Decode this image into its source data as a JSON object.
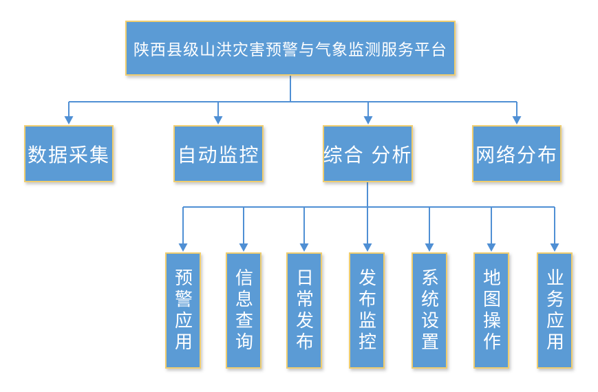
{
  "colors": {
    "box_fill": "#5B9BD5",
    "box_border": "#F0CD6E",
    "connector": "#4F8FD4",
    "text": "#FFFFFF",
    "background": "#FFFFFF"
  },
  "diagram": {
    "type": "org-chart",
    "root": {
      "label": "陕西县级山洪灾害预警与气象监测服务平台"
    },
    "level2": [
      {
        "label": "数据采集"
      },
      {
        "label": "自动监控"
      },
      {
        "label": "综合 分析"
      },
      {
        "label": "网络分布"
      }
    ],
    "level3_parent": "综合 分析",
    "level3": [
      {
        "label": "预警应用"
      },
      {
        "label": "信息查询"
      },
      {
        "label": "日常发布"
      },
      {
        "label": "发布监控"
      },
      {
        "label": "系统设置"
      },
      {
        "label": "地图操作"
      },
      {
        "label": "业务应用"
      }
    ]
  }
}
